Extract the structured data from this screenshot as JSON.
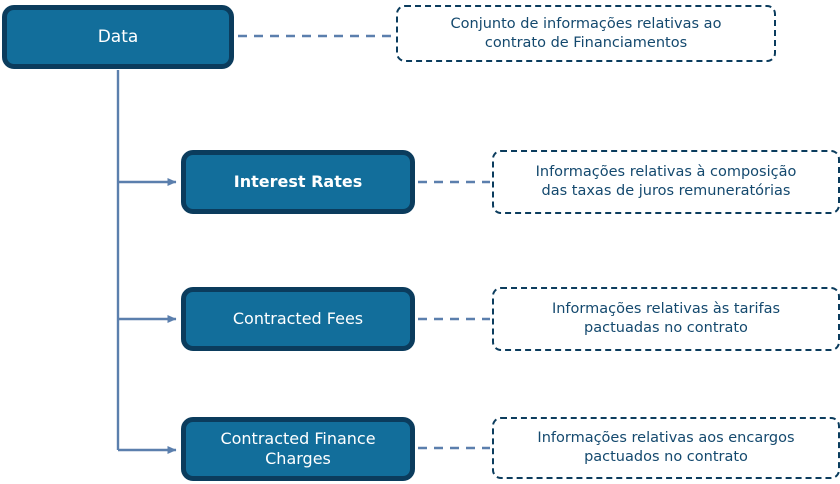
{
  "diagram": {
    "type": "tree",
    "root": {
      "label": "Data",
      "note": "Conjunto de informações relativas ao\ncontrato de Financiamentos"
    },
    "children": [
      {
        "label": "Interest Rates",
        "note": "Informações relativas à composição\ndas taxas de juros remuneratórias"
      },
      {
        "label": "Contracted Fees",
        "note": "Informações relativas às tarifas\npactuadas no contrato"
      },
      {
        "label": "Contracted Finance\nCharges",
        "note": "Informações relativas aos encargos\npactuados no contrato"
      }
    ],
    "colors": {
      "node_fill": "#126e9b",
      "node_border": "#0b3c5d",
      "node_text": "#ffffff",
      "note_border": "#0b3c5d",
      "note_text": "#14496e",
      "connector": "#5b7fad",
      "background": "#ffffff"
    }
  }
}
